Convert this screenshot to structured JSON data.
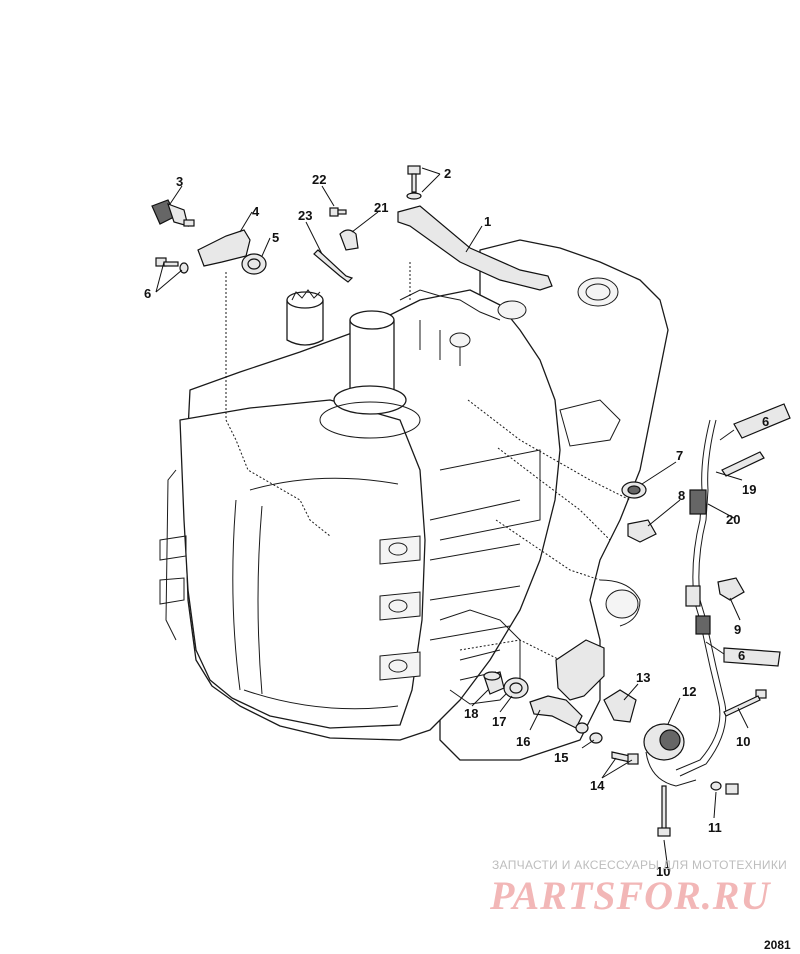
{
  "figure_number": "2081",
  "watermark": {
    "tagline": "ЗАПЧАСТИ И АКСЕССУАРЫ ДЛЯ МОТОТЕХНИКИ",
    "logo": "PARTSFOR.RU"
  },
  "callouts": [
    "1",
    "2",
    "3",
    "4",
    "5",
    "6",
    "6",
    "6",
    "7",
    "8",
    "9",
    "10",
    "10",
    "11",
    "12",
    "13",
    "14",
    "15",
    "16",
    "17",
    "18",
    "19",
    "20",
    "21",
    "22",
    "23"
  ]
}
